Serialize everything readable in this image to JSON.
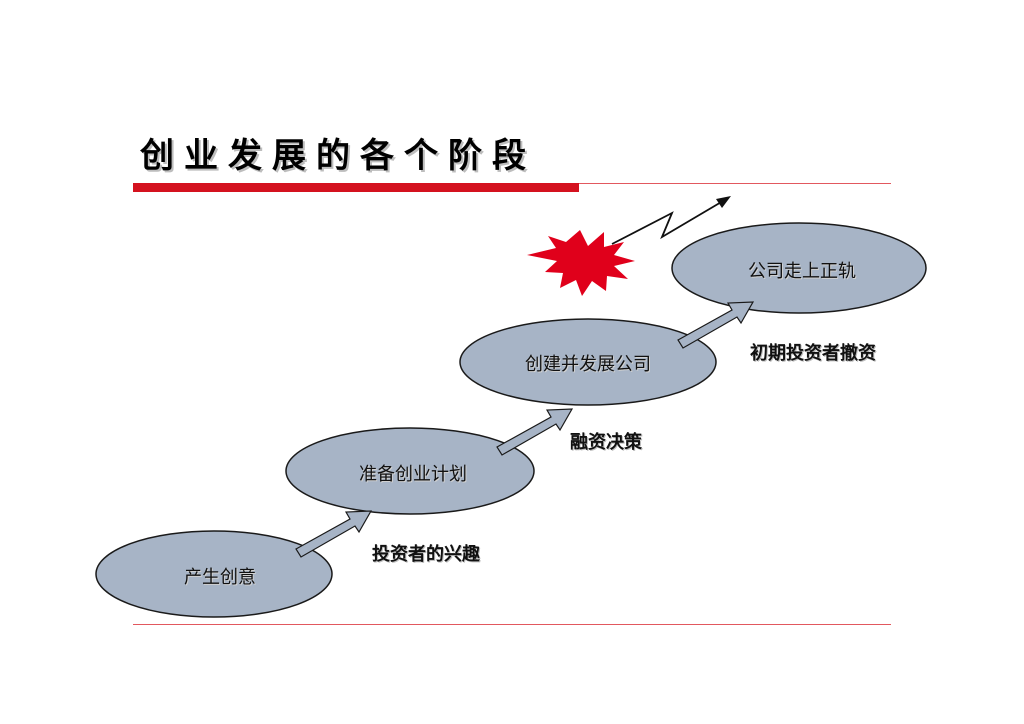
{
  "title": "创业发展的各个阶段",
  "stages": [
    {
      "label": "产生创意"
    },
    {
      "label": "准备创业计划"
    },
    {
      "label": "创建并发展公司"
    },
    {
      "label": "公司走上正轨"
    }
  ],
  "transitions": [
    {
      "label": "投资者的兴趣"
    },
    {
      "label": "融资决策"
    },
    {
      "label": "初期投资者撤资"
    }
  ],
  "colors": {
    "accent_red": "#d4121f",
    "ellipse_fill": "#a7b4c6",
    "ellipse_stroke": "#1a1a1a",
    "arrow_fill": "#a7b4c6",
    "burst_fill": "#e0001b"
  }
}
